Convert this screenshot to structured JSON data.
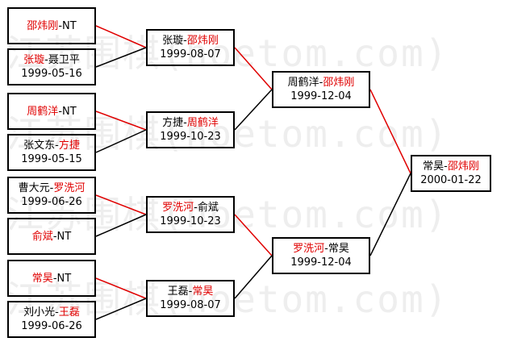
{
  "watermark": "江苏围棋(hoetom.com)",
  "colors": {
    "winner": "#e00000",
    "line_advance": "#e00000",
    "line_other": "#000000"
  },
  "rounds": [
    [
      {
        "id": "r1m1",
        "a": "邵炜刚",
        "sep": "-",
        "b": "NT",
        "winner": "a",
        "date": ""
      },
      {
        "id": "r1m2",
        "a": "张璇",
        "sep": "-",
        "b": "聂卫平",
        "winner": "a",
        "date": "1999-05-16"
      },
      {
        "id": "r1m3",
        "a": "周鹤洋",
        "sep": "-",
        "b": "NT",
        "winner": "a",
        "date": ""
      },
      {
        "id": "r1m4",
        "a": "张文东",
        "sep": "-",
        "b": "方捷",
        "winner": "b",
        "date": "1999-05-15"
      },
      {
        "id": "r1m5",
        "a": "曹大元",
        "sep": "-",
        "b": "罗洗河",
        "winner": "b",
        "date": "1999-06-26"
      },
      {
        "id": "r1m6",
        "a": "俞斌",
        "sep": "-",
        "b": "NT",
        "winner": "a",
        "date": ""
      },
      {
        "id": "r1m7",
        "a": "常昊",
        "sep": "-",
        "b": "NT",
        "winner": "a",
        "date": ""
      },
      {
        "id": "r1m8",
        "a": "刘小光",
        "sep": "-",
        "b": "王磊",
        "winner": "b",
        "date": "1999-06-26"
      }
    ],
    [
      {
        "id": "r2m1",
        "a": "张璇",
        "sep": "-",
        "b": "邵炜刚",
        "winner": "b",
        "date": "1999-08-07"
      },
      {
        "id": "r2m2",
        "a": "方捷",
        "sep": "-",
        "b": "周鹤洋",
        "winner": "b",
        "date": "1999-10-23"
      },
      {
        "id": "r2m3",
        "a": "罗洗河",
        "sep": "-",
        "b": "俞斌",
        "winner": "a",
        "date": "1999-10-23"
      },
      {
        "id": "r2m4",
        "a": "王磊",
        "sep": "-",
        "b": "常昊",
        "winner": "b",
        "date": "1999-08-07"
      }
    ],
    [
      {
        "id": "r3m1",
        "a": "周鹤洋",
        "sep": "-",
        "b": "邵炜刚",
        "winner": "b",
        "date": "1999-12-04"
      },
      {
        "id": "r3m2",
        "a": "罗洗河",
        "sep": "-",
        "b": "常昊",
        "winner": "a",
        "date": "1999-12-04"
      }
    ],
    [
      {
        "id": "r4m1",
        "a": "常昊",
        "sep": "-",
        "b": "邵炜刚",
        "winner": "b",
        "date": "2000-01-22"
      }
    ]
  ]
}
